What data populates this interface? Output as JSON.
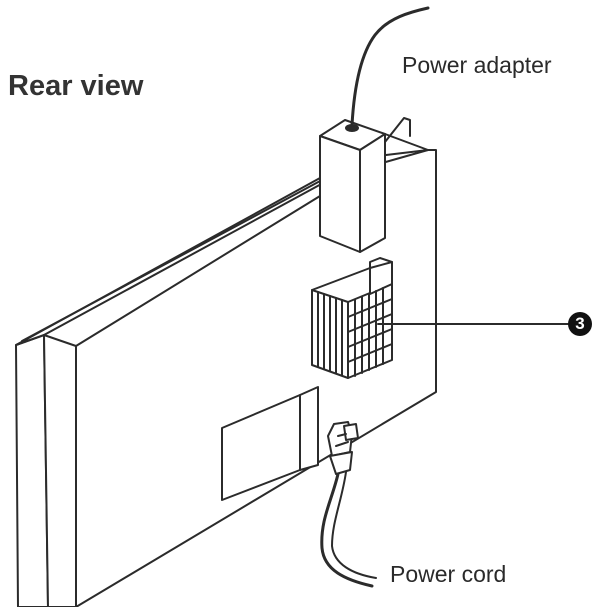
{
  "title": "Rear view",
  "labels": {
    "power_adapter": "Power adapter",
    "power_cord": "Power cord"
  },
  "callouts": [
    {
      "number": "3"
    }
  ],
  "colors": {
    "line": "#2b2b2b",
    "fill": "#ffffff",
    "callout": "#111111"
  }
}
